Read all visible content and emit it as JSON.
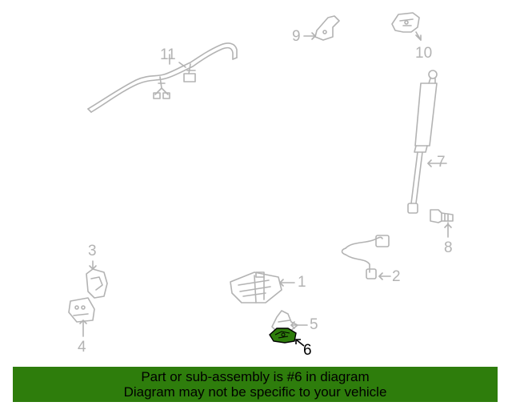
{
  "callouts": {
    "c1": "1",
    "c2": "2",
    "c3": "3",
    "c4": "4",
    "c5": "5",
    "c6": "6",
    "c7": "7",
    "c8": "8",
    "c9": "9",
    "c10": "10",
    "c11": "11"
  },
  "highlighted_part": "6",
  "banner": {
    "line1": "Part or sub-assembly is #6 in diagram",
    "line2": "Diagram may not be specific to your vehicle"
  },
  "colors": {
    "line_art": "#b3b3b3",
    "highlight_fill": "#2e7d0c",
    "banner_bg": "#2e7d0c",
    "banner_text": "#000000"
  }
}
